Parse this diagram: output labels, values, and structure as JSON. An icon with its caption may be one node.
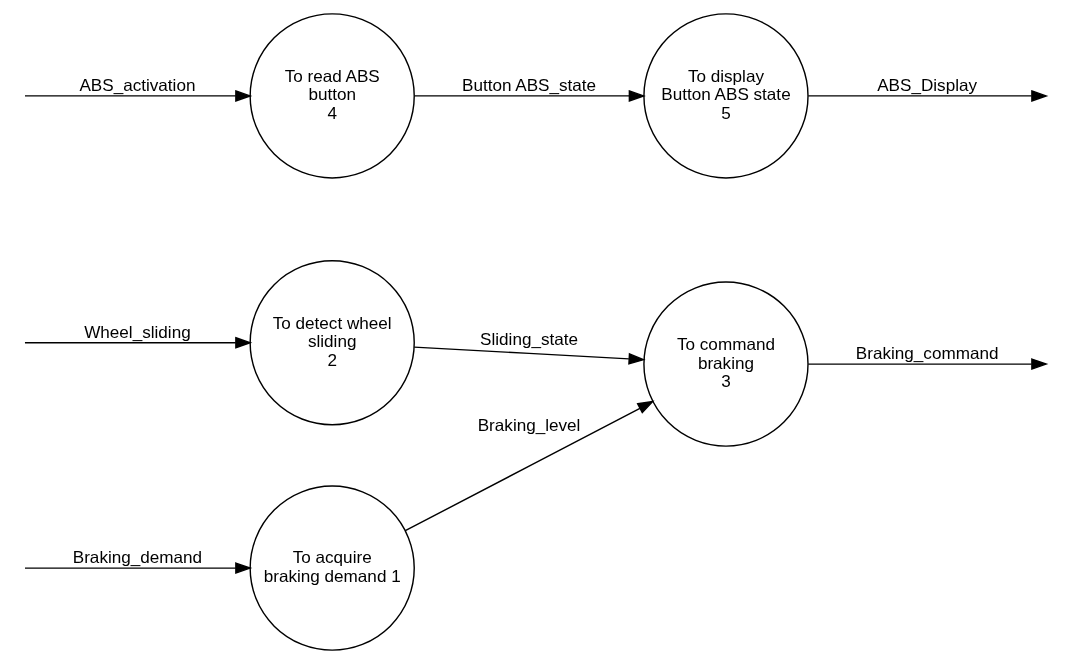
{
  "diagram": {
    "nodes": [
      {
        "text": [
          "To acquire braking demand 1"
        ]
      },
      {
        "text": [
          "To detect wheel sliding",
          "2"
        ]
      },
      {
        "text": [
          "To command braking",
          "3"
        ]
      },
      {
        "text": [
          "To read ABS button",
          "4"
        ]
      },
      {
        "text": [
          "To display Button ABS state",
          "5"
        ]
      }
    ],
    "edges": [
      {
        "from": null,
        "to": 0,
        "arrow": "to",
        "label": "Braking_demand"
      },
      {
        "from": 0,
        "to": 2,
        "arrow": "to",
        "label": "Braking_level"
      },
      {
        "from": 2,
        "to": null,
        "arrow": "to",
        "label": "Braking_command"
      },
      {
        "from": null,
        "to": 1,
        "arrow": "to",
        "label": "Wheel_sliding"
      },
      {
        "from": 1,
        "to": 2,
        "arrow": "to",
        "label": "Sliding_state"
      },
      {
        "from": null,
        "to": 3,
        "arrow": "to",
        "label": "ABS_activation"
      },
      {
        "from": 3,
        "to": 4,
        "arrow": "to",
        "label": "Button ABS_state"
      },
      {
        "from": 4,
        "to": null,
        "arrow": "to",
        "label": "ABS_Display"
      }
    ]
  }
}
